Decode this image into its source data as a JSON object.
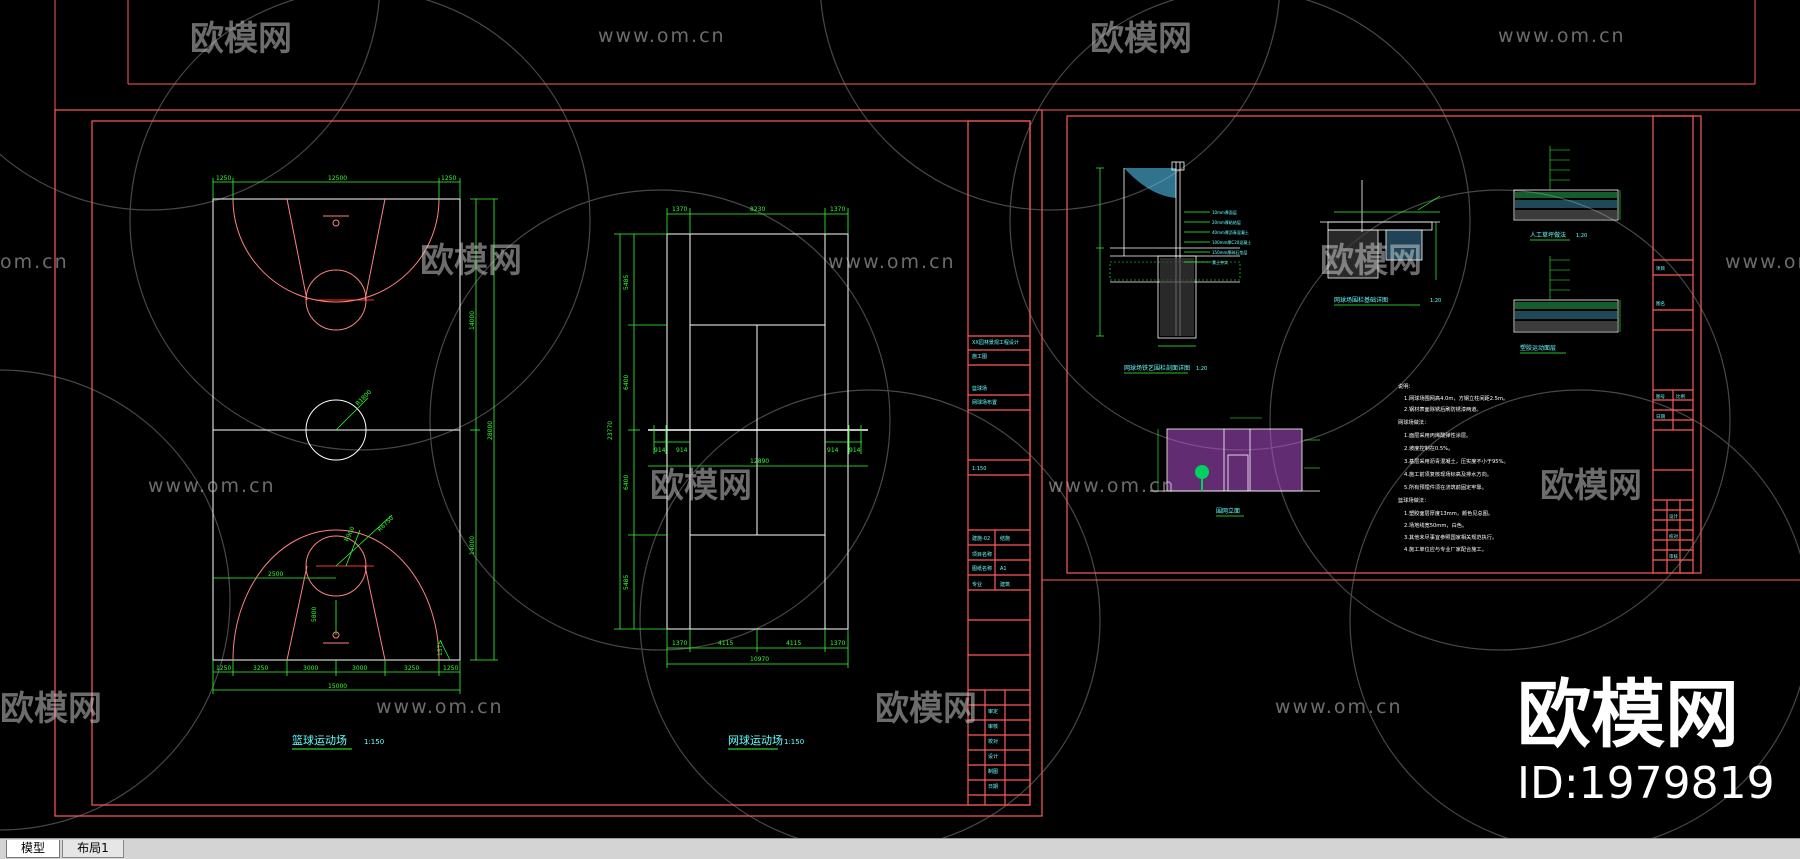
{
  "watermark": {
    "brand": "欧模网",
    "url": "www.om.cn",
    "url_short": "om.cn",
    "id": "ID:1979819"
  },
  "colors": {
    "frame": "#ff5a5a",
    "drawing": "#ffffff",
    "dimension": "#33ff33",
    "accent": "#ff2020",
    "fence": "#b050d0",
    "tree": "#00d060",
    "text": "#66ffff"
  },
  "left_sheet": {
    "basketball": {
      "title": "篮球运动场",
      "scale": "1:150",
      "dim_top": [
        "1250",
        "12500",
        "1250"
      ],
      "dim_bottom_parts": [
        "1250",
        "3250",
        "3000",
        "3000",
        "3250",
        "1250"
      ],
      "dim_bottom_total": "15000",
      "dim_right": [
        "14000",
        "28000",
        "14000"
      ],
      "labels": [
        "R1800",
        "R6750",
        "2500",
        "R900",
        "5800",
        "1575"
      ]
    },
    "tennis": {
      "title": "网球运动场",
      "scale": "1:150",
      "dim_top": [
        "1370",
        "8230",
        "1370"
      ],
      "dim_bottom_parts": [
        "1370",
        "4115",
        "4115",
        "1370"
      ],
      "dim_bottom_total": "10970",
      "dim_left": [
        "5485",
        "6400",
        "23770",
        "6400",
        "5485"
      ],
      "dim_mid": "12890",
      "dim_small": [
        "914",
        "914",
        "914",
        "914"
      ]
    },
    "title_block": [
      "XX园林景观工程设计",
      "施工图",
      "篮球场",
      "网球场布置",
      "1:150",
      "建施-02",
      "结施",
      "项目名称",
      "图纸名称",
      "A1",
      "专业",
      "建筑",
      "审定",
      "审核",
      "校对",
      "设计",
      "制图",
      "日期"
    ]
  },
  "right_sheet": {
    "sections": [
      "网球场铁艺围栏剖面详图",
      "网球场围栏基础详图",
      "人工草坪做法",
      "塑胶运动面层"
    ],
    "scale": "1:20",
    "section_layers": [
      "10mm厚面层",
      "20mm厚粘结层",
      "40mm厚沥青混凝土",
      "100mm厚C20混凝土",
      "150mm厚碎石垫层",
      "素土夯实"
    ],
    "elevation_title": "围网立面",
    "notes_heading": "说明：",
    "notes": [
      "1.网球场围网高4.0m，方钢立柱间距2.5m。",
      "2.钢材表面除锈后刷防锈漆两道。",
      "网球场做法：",
      "1.面层采用丙烯酸弹性涂层。",
      "2.坡度控制在0.5%。",
      "3.基层采用沥青混凝土，压实度不小于95%。",
      "4.施工前须复核现场标高及排水方向。",
      "5.所有预埋件须在浇筑前固定牢靠。",
      "篮球场做法：",
      "1.塑胶面层厚度13mm，颜色见总图。",
      "2.场地线宽50mm，白色。",
      "3.其他未尽事宜参照国家相关规范执行。",
      "4.施工单位应与专业厂家配合施工。"
    ],
    "title_block": [
      "项目",
      "图名",
      "图号",
      "比例",
      "日期",
      "设计",
      "校对",
      "审核"
    ]
  },
  "tabs": {
    "model": "模型",
    "layout": "布局1"
  }
}
